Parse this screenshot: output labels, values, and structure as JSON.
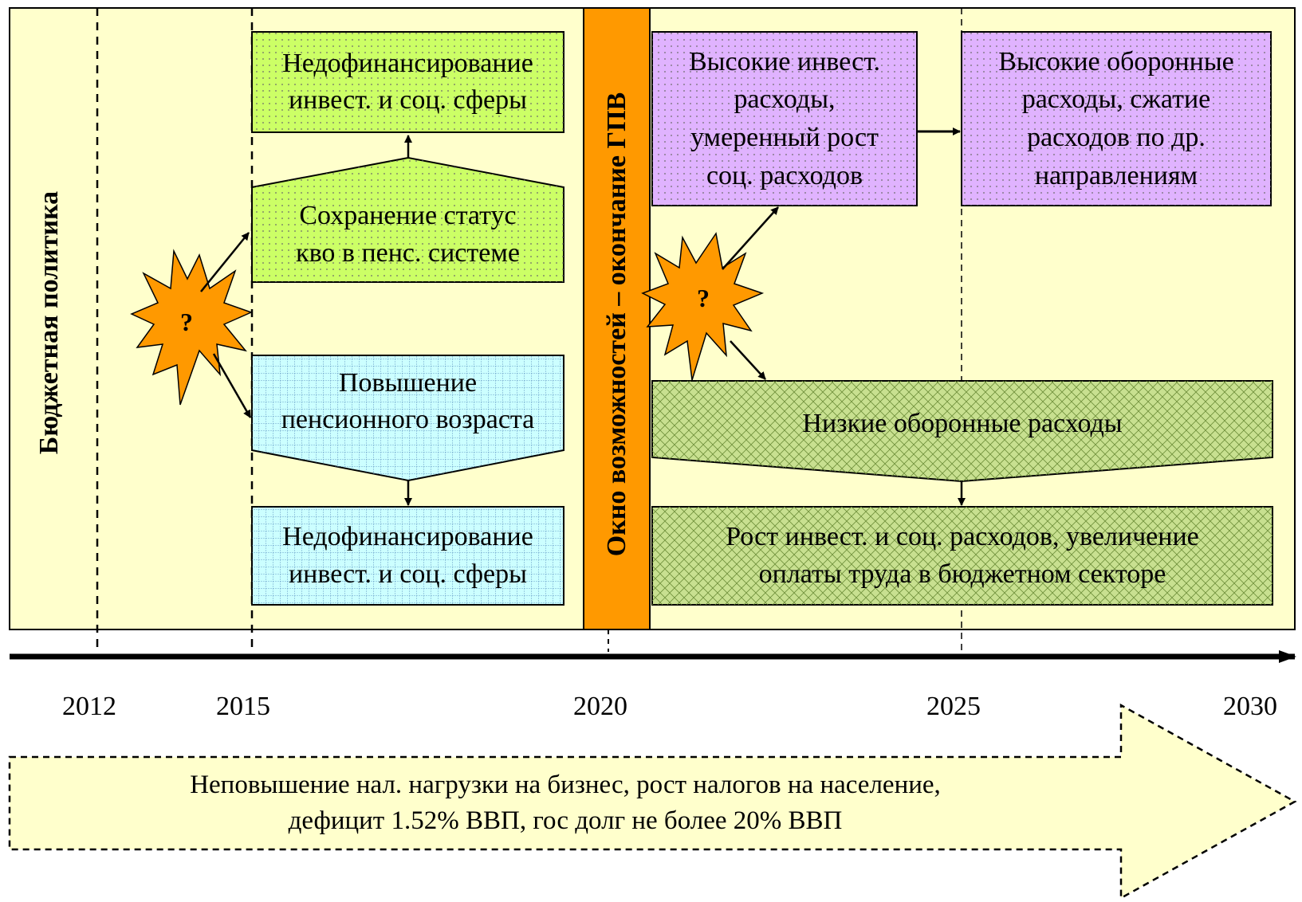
{
  "left_title": "Бюджетная политика",
  "window_title": "Окно возможностей – окончание ГПВ",
  "years": [
    "2012",
    "2015",
    "2020",
    "2025",
    "2030"
  ],
  "question_mark": "?",
  "boxes": {
    "underfund_top": [
      "Недофинансирование",
      "инвест. и соц. сферы"
    ],
    "status_quo": [
      "Сохранение статус",
      "кво в пенс. системе"
    ],
    "raise_age": [
      "Повышение",
      "пенсионного возраста"
    ],
    "underfund_bottom": [
      "Недофинансирование",
      "инвест. и соц. сферы"
    ],
    "high_invest": [
      "Высокие инвест.",
      "расходы,",
      "умеренный рост",
      "соц. расходов"
    ],
    "high_defense": [
      "Высокие оборонные",
      "расходы, сжатие",
      "расходов по др.",
      "направлениям"
    ],
    "low_defense": [
      "Низкие оборонные расходы"
    ],
    "growth": [
      "Рост инвест. и соц. расходов, увеличение",
      "оплаты труда в бюджетном секторе"
    ]
  },
  "bottom_arrow": [
    "Неповышение нал. нагрузки на бизнес, рост налогов на население,",
    "дефицит 1.52% ВВП, гос долг не более 20% ВВП"
  ],
  "colors": {
    "panel": "#FFFFCC",
    "green": "#CCFF66",
    "blue": "#CCFFFF",
    "violet": "#E0B3FF",
    "hatch_green": "#C8E090",
    "window": "#FF9900",
    "burst": "#FF9900"
  }
}
